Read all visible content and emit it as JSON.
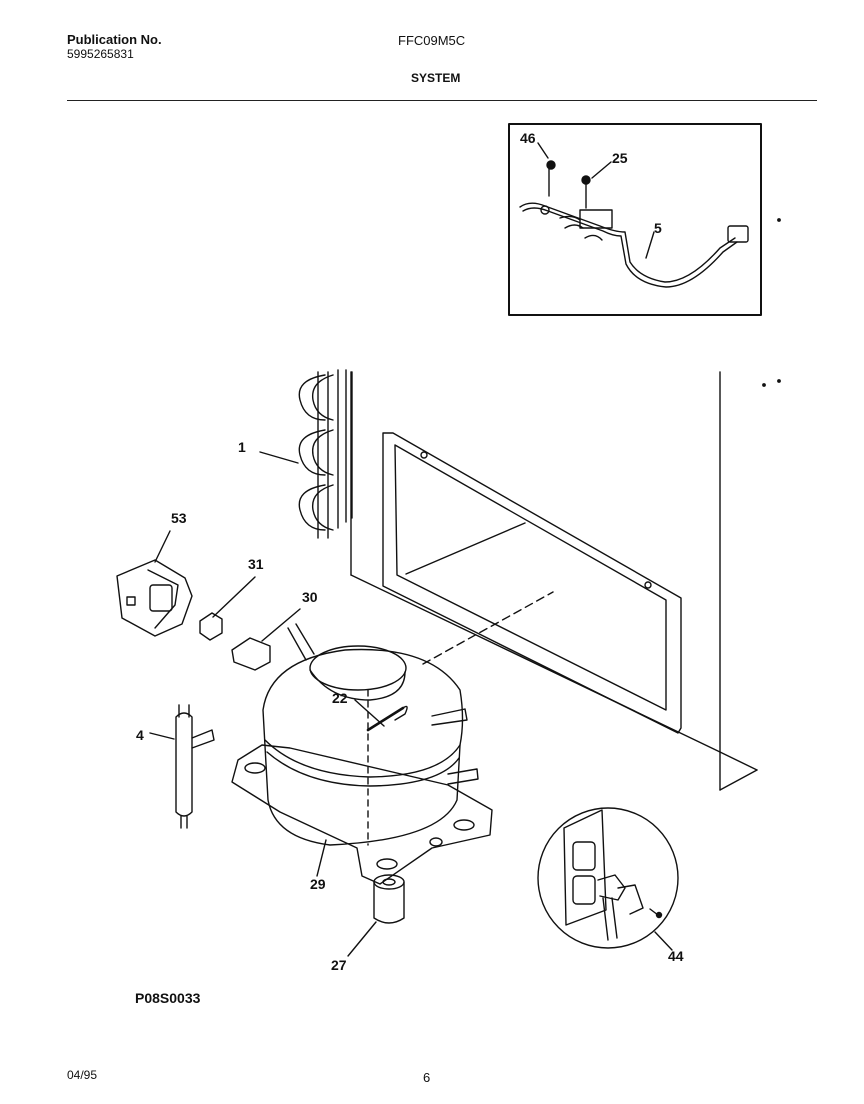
{
  "header": {
    "publication_label": "Publication No.",
    "publication_number": "5995265831",
    "model_number": "FFC09M5C",
    "section_title": "SYSTEM"
  },
  "diagram": {
    "code": "P08S0033",
    "callouts": {
      "c46": "46",
      "c25": "25",
      "c5": "5",
      "c1": "1",
      "c53": "53",
      "c31": "31",
      "c30": "30",
      "c22": "22",
      "c4": "4",
      "c29": "29",
      "c27": "27",
      "c44": "44"
    }
  },
  "footer": {
    "date": "04/95",
    "page_number": "6"
  }
}
